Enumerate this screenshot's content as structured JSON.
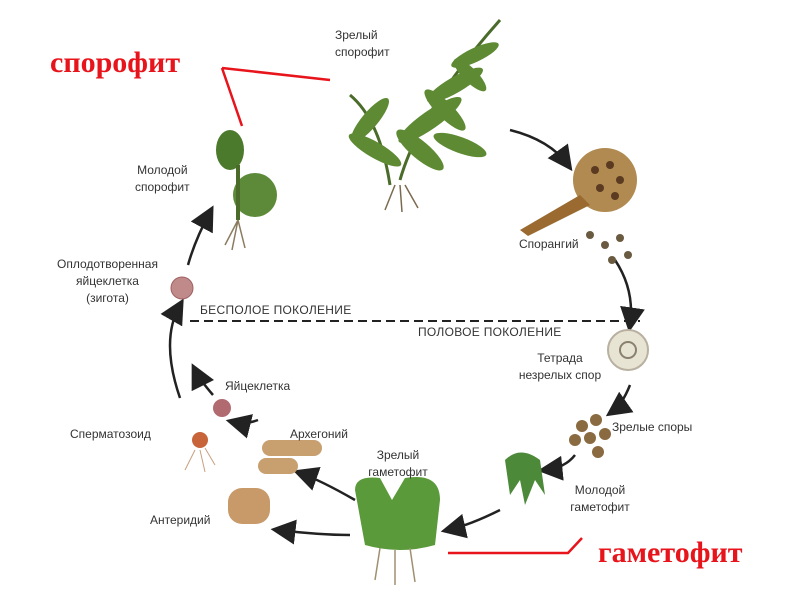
{
  "annotations": {
    "sporophyte": "спорофит",
    "gametophyte": "гаметофит",
    "color": "#e8141b"
  },
  "generations": {
    "asexual": "БЕСПОЛОЕ ПОКОЛЕНИЕ",
    "sexual": "ПОЛОВОЕ ПОКОЛЕНИЕ"
  },
  "labels": {
    "mature_sporophyte": [
      "Зрелый",
      "спорофит"
    ],
    "young_sporophyte": [
      "Молодой",
      "спорофит"
    ],
    "zygote": [
      "Оплодотворенная",
      "яйцеклетка",
      "(зигота)"
    ],
    "sporangium": "Спорангий",
    "tetrad": [
      "Тетрада",
      "незрелых спор"
    ],
    "mature_spores": "Зрелые споры",
    "young_gametophyte": [
      "Молодой",
      "гаметофит"
    ],
    "mature_gametophyte": [
      "Зрелый",
      "гаметофит"
    ],
    "egg": "Яйцеклетка",
    "archegonium": "Архегоний",
    "sperm": "Сперматозоид",
    "antheridium": "Антеридий"
  }
}
